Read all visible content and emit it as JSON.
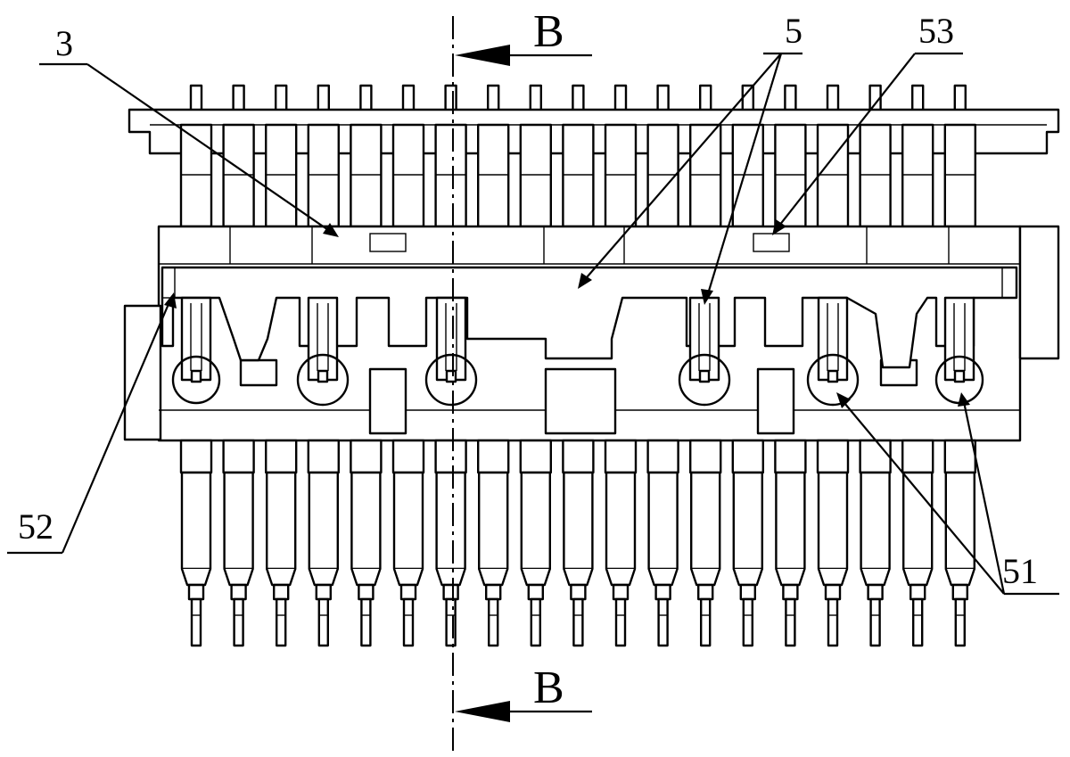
{
  "labels": {
    "part_3": "3",
    "part_5": "5",
    "part_53": "53",
    "part_52": "52",
    "part_51": "51",
    "section_top": "B",
    "section_bottom": "B"
  }
}
